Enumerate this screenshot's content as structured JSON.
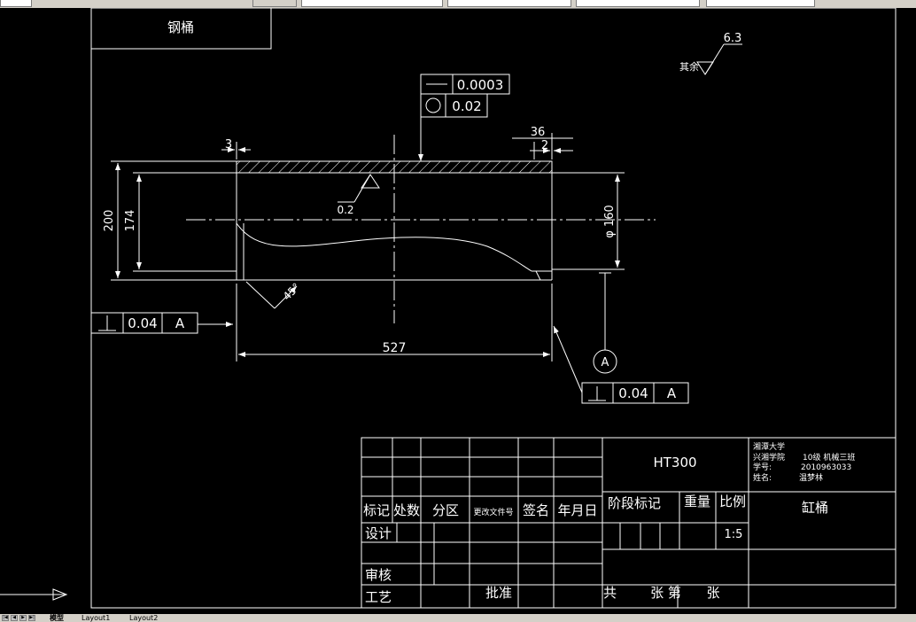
{
  "part_title_box": "钢桶",
  "roughness": {
    "label": "其余",
    "value": "6.3"
  },
  "flatness_tolerance": "0.0003",
  "roundness_tolerance": "0.02",
  "roughness_inner": "0.2",
  "dims": {
    "d3": "3",
    "d36": "36",
    "d2": "2",
    "d200": "200",
    "d174": "174",
    "phi160": "φ 160",
    "chamfer": "45°",
    "length": "527"
  },
  "perp_left": {
    "value": "0.04",
    "datum": "A"
  },
  "perp_right": {
    "value": "0.04",
    "datum": "A"
  },
  "datum_circle": "A",
  "title_block": {
    "material": "HT300",
    "school_line1": "湘潭大学",
    "school_line2_a": "兴湘学院",
    "school_line2_b": "10级  机械三班",
    "student_id_label": "学号:",
    "student_id": "2010963033",
    "name_label": "姓名:",
    "name": "温梦林",
    "h_biaoji": "标记",
    "h_chushu": "处数",
    "h_fenqu": "分区",
    "h_gengai": "更改文件号",
    "h_qianming": "签名",
    "h_nianyueri": "年月日",
    "h_jieduan": "阶段标记",
    "h_zhongliang": "重量",
    "h_bili": "比例",
    "part_name": "缸桶",
    "design": "设计",
    "scale": "1:5",
    "shenhe": "审核",
    "gongyi": "工艺",
    "pizhun": "批准",
    "sheets": "共        张 第      张"
  },
  "tabs": [
    "模型",
    "Layout1",
    "Layout2"
  ],
  "colors": {
    "background": "#000000",
    "lines": "#ffffff",
    "chrome": "#d4d0c8"
  }
}
